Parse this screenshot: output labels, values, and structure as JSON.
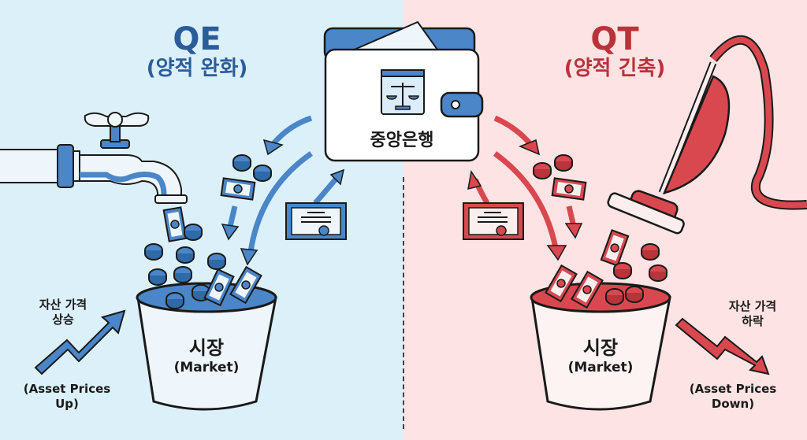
{
  "colors": {
    "qe_background": "#dcf0fa",
    "qt_background": "#fde3e3",
    "qe_accent": "#4a86c8",
    "qe_title": "#2b5d9a",
    "qt_accent": "#d9484f",
    "qt_title": "#b8333a",
    "outline": "#1a1a1a"
  },
  "qe": {
    "title": "QE",
    "subtitle": "(양적 완화)",
    "tool_icon": "faucet-icon",
    "market": {
      "label_ko": "시장",
      "label_en": "(Market)"
    },
    "trend": {
      "label_ko_line1": "자산 가격",
      "label_ko_line2": "상승",
      "label_en_line1": "(Asset Prices",
      "label_en_line2": "Up)",
      "icon": "arrow-trend-up-icon"
    }
  },
  "qt": {
    "title": "QT",
    "subtitle": "(양적 긴축)",
    "tool_icon": "vacuum-cleaner-icon",
    "market": {
      "label_ko": "시장",
      "label_en": "(Market)"
    },
    "trend": {
      "label_ko_line1": "자산 가격",
      "label_ko_line2": "하락",
      "label_en_line1": "(Asset Prices",
      "label_en_line2": "Down)",
      "icon": "arrow-trend-down-icon"
    }
  },
  "central_bank": {
    "label": "중앙은행",
    "icon": "wallet-icon",
    "emblem_icon": "scales-of-justice-icon"
  }
}
